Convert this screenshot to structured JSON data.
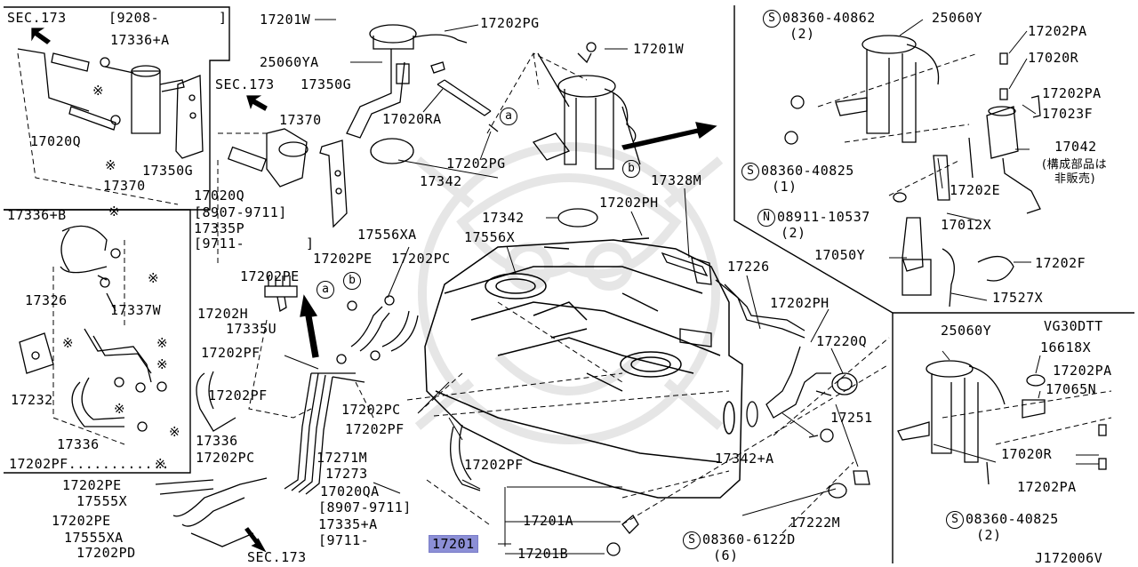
{
  "diagram": {
    "code": "J172006V",
    "main_labels": {
      "p17201W_top": "17201W",
      "p17202PG_top": "17202PG",
      "p17201W_right": "17201W",
      "p25060YA": "25060YA",
      "p17350G_top": "17350G",
      "p17020RA": "17020RA",
      "p17202PG_mid": "17202PG",
      "p17342_a": "17342",
      "p17328M": "17328M",
      "p17202PH_a": "17202PH",
      "p17342_b": "17342",
      "p17556XA": "17556XA",
      "p17556X": "17556X",
      "p17202PE_a": "17202PE",
      "p17202PC_a": "17202PC",
      "p17202PE_b": "17202PE",
      "p17202H": "17202H",
      "p17335U": "17335U",
      "p17226": "17226",
      "p17202PH_b": "17202PH",
      "p17220Q": "17220Q",
      "p17202PF_a": "17202PF",
      "p17202PF_b": "17202PF",
      "p17202PC_b": "17202PC",
      "p17202PF_c": "17202PF",
      "p17336_mid": "17336",
      "p17202PC_c": "17202PC",
      "p17271M": "17271M",
      "p17273": "17273",
      "p17202PF_d": "17202PF",
      "p17342A": "17342+A",
      "p17251": "17251",
      "p17020QA": "17020QA",
      "p8907_9711_c": "[8907-9711]",
      "p17335A": "17335+A",
      "p9711_c": "[9711-",
      "p17201A": "17201A",
      "p17201B": "17201B",
      "p17201": "17201",
      "p17222M": "17222M",
      "p08360_6122D": "08360-6122D",
      "p6_qty": "(6)",
      "p17202PE_c": "17202PE",
      "p17555X": "17555X",
      "p17202PE_d": "17202PE",
      "p17555XA": "17555XA",
      "p17202PD": "17202PD",
      "sec173_bottom": "SEC.173",
      "sec173_mid": "SEC.173",
      "p17370_mid": "17370",
      "p17020Q_mid": "17020Q",
      "p8907_9711_a": "[8907-9711]",
      "p17335P": "17335P",
      "p9711_a": "[9711-",
      "p9711_a_end": "]"
    },
    "inset_top_left": {
      "sec": "SEC.173",
      "date": "[9208-",
      "date_end": "]",
      "p17336A": "17336+A",
      "p17020Q": "17020Q",
      "p17370": "17370",
      "p17350G": "17350G"
    },
    "inset_left": {
      "p17336B": "17336+B",
      "p17326": "17326",
      "p17337W": "17337W",
      "p17232": "17232",
      "p17336": "17336",
      "p17202PF": "17202PF............"
    },
    "inset_top_right": {
      "p08360_40862": "08360-40862",
      "qty_2a": "(2)",
      "p25060Y": "25060Y",
      "p17202PA_a": "17202PA",
      "p17020R": "17020R",
      "p17202PA_b": "17202PA",
      "p17023F": "17023F",
      "p17042": "17042",
      "note_line1": "(構成部品は",
      "note_line2": "非販売)",
      "p08360_40825": "08360-40825",
      "qty_1": "(1)",
      "p17202E": "17202E",
      "p08911_10537": "08911-10537",
      "qty_2b": "(2)",
      "p17012X": "17012X",
      "p17050Y": "17050Y",
      "p17202F": "17202F",
      "p17527X": "17527X"
    },
    "inset_bottom_right": {
      "variant": "VG30DTT",
      "p25060Y": "25060Y",
      "p16618X": "16618X",
      "p17202PA_a": "17202PA",
      "p17065N": "17065N",
      "p17020R": "17020R",
      "p17202PA_b": "17202PA",
      "p08360_40825": "08360-40825",
      "qty_2": "(2)"
    },
    "circle_refs": {
      "a": "a",
      "b": "b",
      "s": "S",
      "n": "N"
    },
    "symbols": {
      "asterisk": "※"
    },
    "colors": {
      "line": "#000000",
      "highlight": "#8c8fd6",
      "background": "#ffffff",
      "watermark": "#e6e6e6"
    }
  }
}
